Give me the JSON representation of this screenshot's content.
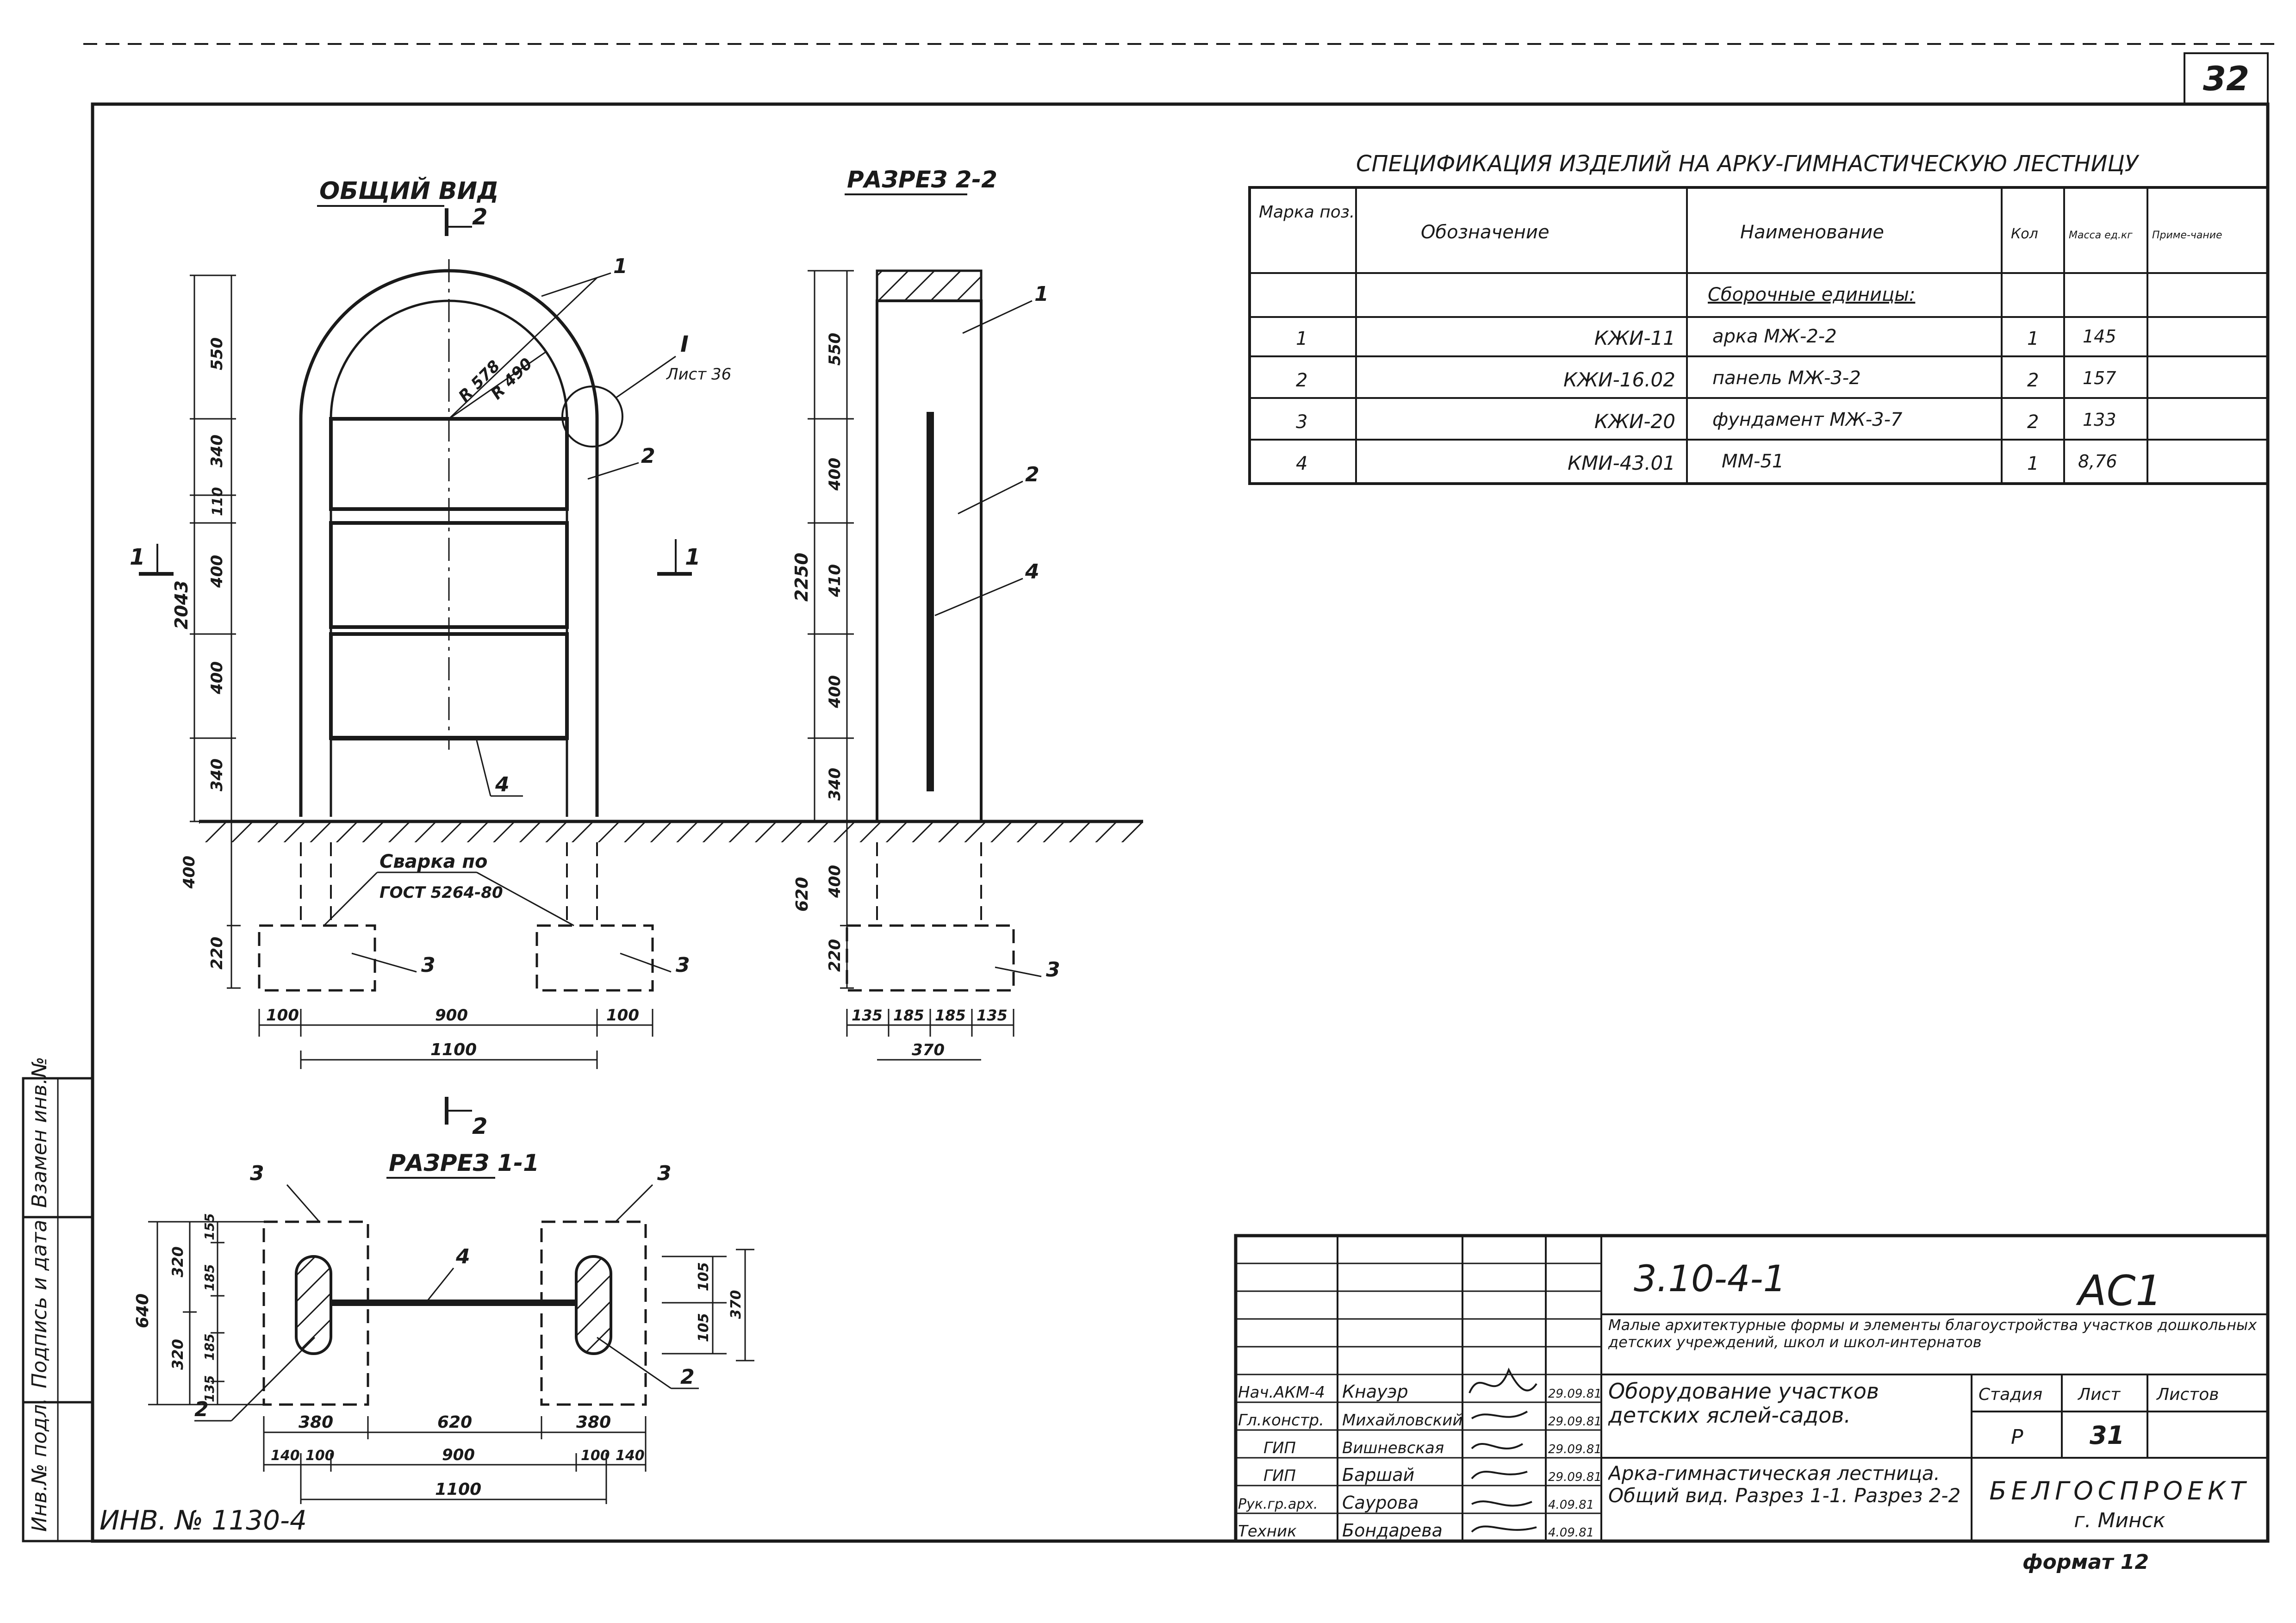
{
  "sheet": {
    "corner_number": "32",
    "format_label": "формат 12",
    "inventory_number": "ИНВ. № 1130-4",
    "side_stamp": [
      "Взамен инв.№",
      "Подпись и дата",
      "Инв.№ подл."
    ]
  },
  "views": {
    "general_view": {
      "title": "ОБЩИЙ ВИД",
      "section_markers": [
        "2",
        "2",
        "1",
        "1"
      ],
      "callouts": [
        "1",
        "2",
        "3",
        "3",
        "4"
      ],
      "detail_callout": "I",
      "detail_sheet": "Лист 36",
      "radii": [
        "R 578",
        "R 490"
      ],
      "weld_note_1": "Сварка по",
      "weld_note_2": "ГОСТ 5264-80",
      "overall_height": "2043",
      "vertical_dims": [
        "550",
        "340",
        "110",
        "400",
        "400",
        "340",
        "400",
        "220"
      ],
      "bottom_dims": [
        "100",
        "900",
        "100"
      ],
      "overall_width": "1100"
    },
    "section_2_2": {
      "title": "РАЗРЕЗ 2-2",
      "callouts": [
        "1",
        "2",
        "4",
        "3"
      ],
      "overall_height": "2250",
      "vertical_dims": [
        "550",
        "400",
        "410",
        "400",
        "340",
        "400",
        "220"
      ],
      "below_ground": "620",
      "bottom_dims": [
        "135",
        "185",
        "185",
        "135"
      ],
      "overall_width": "370"
    },
    "section_1_1": {
      "title": "РАЗРЕЗ 1-1",
      "callouts": [
        "3",
        "3",
        "4",
        "2",
        "2"
      ],
      "left_dims": [
        "640",
        "320",
        "320",
        "155",
        "185",
        "185",
        "135"
      ],
      "right_dims": [
        "105",
        "105",
        "370"
      ],
      "row1_dims": [
        "380",
        "620",
        "380"
      ],
      "row2_dims": [
        "140",
        "100",
        "900",
        "100",
        "140"
      ],
      "overall_width": "1100"
    }
  },
  "specification": {
    "title": "СПЕЦИФИКАЦИЯ ИЗДЕЛИЙ НА АРКУ-ГИМНАСТИЧЕСКУЮ ЛЕСТНИЦУ",
    "headers": [
      "Марка поз.",
      "Обозначение",
      "Наименование",
      "Кол",
      "Масса ед.кг",
      "Приме-чание"
    ],
    "group_row": "Сборочные единицы:",
    "rows": [
      [
        "1",
        "КЖИ-11",
        "арка МЖ-2-2",
        "1",
        "145",
        ""
      ],
      [
        "2",
        "КЖИ-16.02",
        "панель МЖ-3-2",
        "2",
        "157",
        ""
      ],
      [
        "3",
        "КЖИ-20",
        "фундамент МЖ-3-7",
        "2",
        "133",
        ""
      ],
      [
        "4",
        "КМИ-43.01",
        "ММ-51",
        "1",
        "8,76",
        ""
      ]
    ]
  },
  "title_block": {
    "doc_number": "3.10-4-1",
    "sheet_code": "АС1",
    "project_title": "Малые архитектурные формы и элементы благоустройства участков дошкольных детских учреждений, школ и школ-интернатов",
    "section_title": "Оборудование участков детских яслей-садов.",
    "drawing_title": "Арка-гимнастическая лестница. Общий вид. Разрез 1-1. Разрез 2-2",
    "stage_label": "Стадия",
    "sheet_label": "Лист",
    "sheets_label": "Листов",
    "stage_value": "Р",
    "sheet_value": "31",
    "org_name": "БЕЛГОСПРОЕКТ",
    "org_city": "г. Минск",
    "signatures": [
      {
        "role": "Нач.АКМ-4",
        "name": "Кнауэр",
        "date": "29.09.81"
      },
      {
        "role": "Гл.констр.",
        "name": "Михайловский",
        "date": "29.09.81"
      },
      {
        "role": "ГИП",
        "name": "Вишневская",
        "date": "29.09.81"
      },
      {
        "role": "ГИП",
        "name": "Баршай",
        "date": "29.09.81"
      },
      {
        "role": "Рук.гр.арх.",
        "name": "Саурова",
        "date": "4.09.81"
      },
      {
        "role": "Техник",
        "name": "Бондарева",
        "date": "4.09.81"
      }
    ]
  },
  "colors": {
    "ink": "#1a1a1a",
    "paper": "#ffffff"
  }
}
